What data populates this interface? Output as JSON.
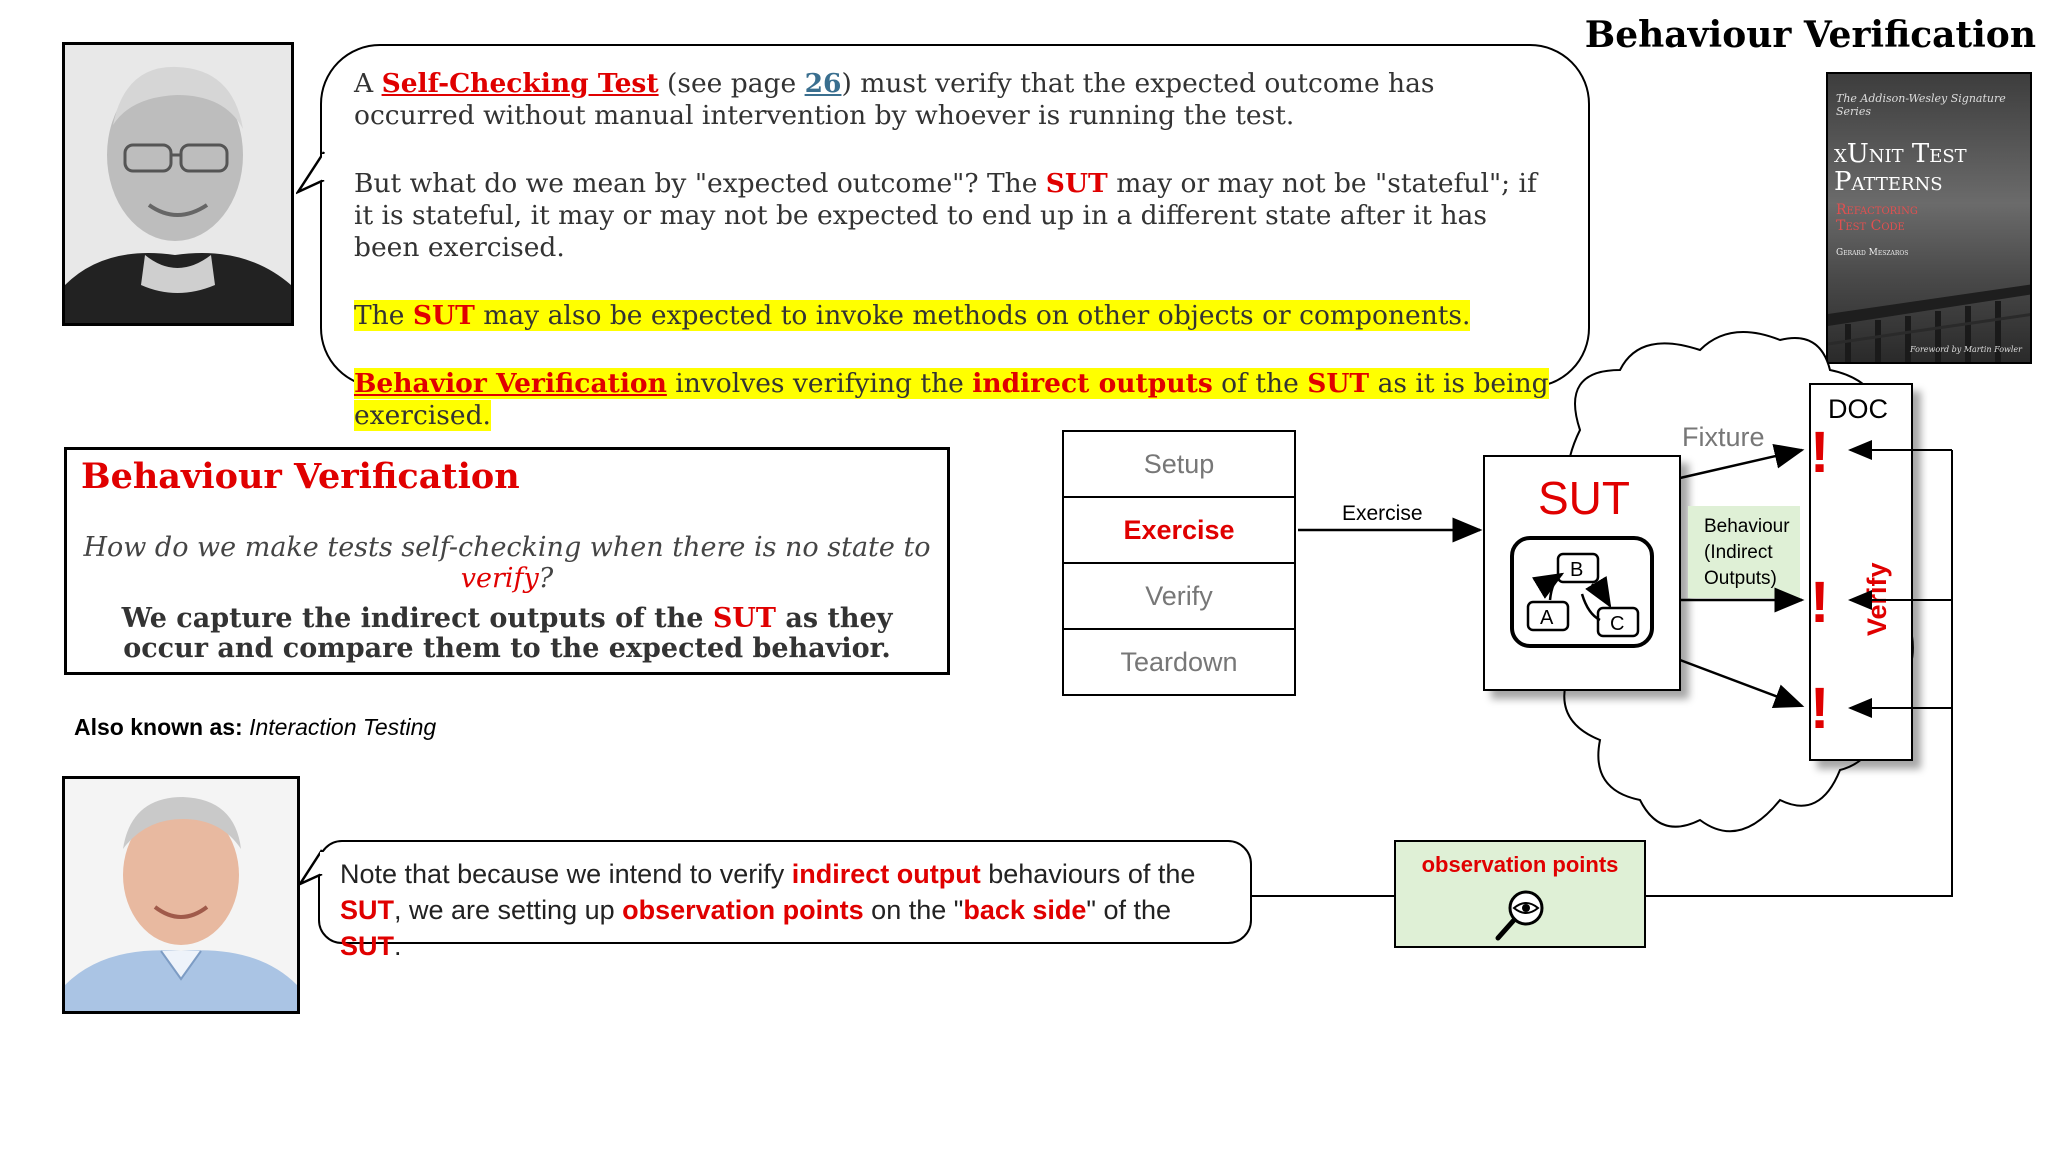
{
  "title": "Behaviour Verification",
  "top_bubble": {
    "p1": {
      "prefix": "A ",
      "link": "Self-Checking Test",
      "mid": " (see page ",
      "page": "26",
      "rest": ") must verify that the expected outcome has occurred without manual intervention by whoever is running the test."
    },
    "p2": {
      "a": "But what do we mean by \"expected outcome\"? The ",
      "sut": "SUT",
      "b": " may or may not be \"stateful\"; if it is stateful, it may or may not be expected to end up in a different state after it has been exercised."
    },
    "p3": {
      "a": "The ",
      "sut": "SUT",
      "b": " may also be expected to invoke methods on other objects or components."
    },
    "p4": {
      "link": "Behavior Verification",
      "a": " involves verifying the ",
      "indirect": "indirect outputs",
      "b": " of the ",
      "sut": "SUT",
      "c": " as it is being exercised."
    }
  },
  "pattern": {
    "title": "Behaviour Verification",
    "question_a": "How do we make tests self-checking when there is no state to ",
    "question_verify": "verify",
    "question_b": "?",
    "answer_a": "We capture the indirect outputs of the ",
    "answer_sut": "SUT",
    "answer_b": " as they occur and compare them to the expected behavior."
  },
  "aka": {
    "label": "Also known as:",
    "value": "Interaction Testing"
  },
  "bottom_bubble": {
    "a": "Note that because we intend to verify ",
    "indirect": "indirect output",
    "b": " behaviours of the ",
    "sut1": "SUT",
    "c": ", we are setting up ",
    "obs": "observation points",
    "d": " on the \"",
    "back": "back side",
    "e": "\" of the ",
    "sut2": "SUT",
    "f": "."
  },
  "book": {
    "series": "The Addison-Wesley Signature Series",
    "title_line1": "xUnit Test",
    "title_line2": "Patterns",
    "subtitle_line1": "Refactoring",
    "subtitle_line2": "Test Code",
    "author": "Gerard Meszaros",
    "foreword": "Foreword by Martin Fowler"
  },
  "phases": [
    {
      "label": "Setup",
      "active": false
    },
    {
      "label": "Exercise",
      "active": true
    },
    {
      "label": "Verify",
      "active": false
    },
    {
      "label": "Teardown",
      "active": false
    }
  ],
  "diagram": {
    "exercise_arrow_label": "Exercise",
    "sut_label": "SUT",
    "state_nodes": [
      "A",
      "B",
      "C"
    ],
    "fixture_label": "Fixture",
    "doc_label": "DOC",
    "behaviour_label_line1": "Behaviour",
    "behaviour_label_line2": "(Indirect",
    "behaviour_label_line3": "Outputs)",
    "verify_label": "Verify",
    "exclamation": "!",
    "observation_points_label": "observation points",
    "colors": {
      "accent_red": "#e00000",
      "green_fill": "#dff0d6"
    }
  }
}
